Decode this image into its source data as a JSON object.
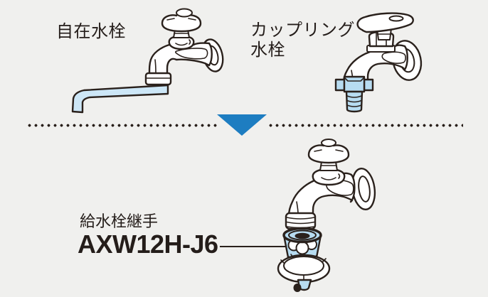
{
  "colors": {
    "background": "#f0f0ee",
    "outline": "#2a211c",
    "text": "#241d1a",
    "water_blue": "#cde7f7",
    "adapter_blue": "#b7dcf1",
    "arrow_blue": "#1d7dc1"
  },
  "before_section": {
    "swing_faucet_label": "自在水栓",
    "coupling_faucet_label": "カップリング\n水栓"
  },
  "divider": {
    "style": "dotted-rule",
    "arrow_icon": "down-triangle-arrow"
  },
  "after_section": {
    "joint_name": "給水栓継手",
    "joint_model": "AXW12H-J6"
  },
  "illustrations": {
    "swing_faucet": "swing-faucet-line-art",
    "coupling_faucet": "coupling-faucet-line-art",
    "faucet_with_joint": "faucet-with-joint-line-art"
  }
}
